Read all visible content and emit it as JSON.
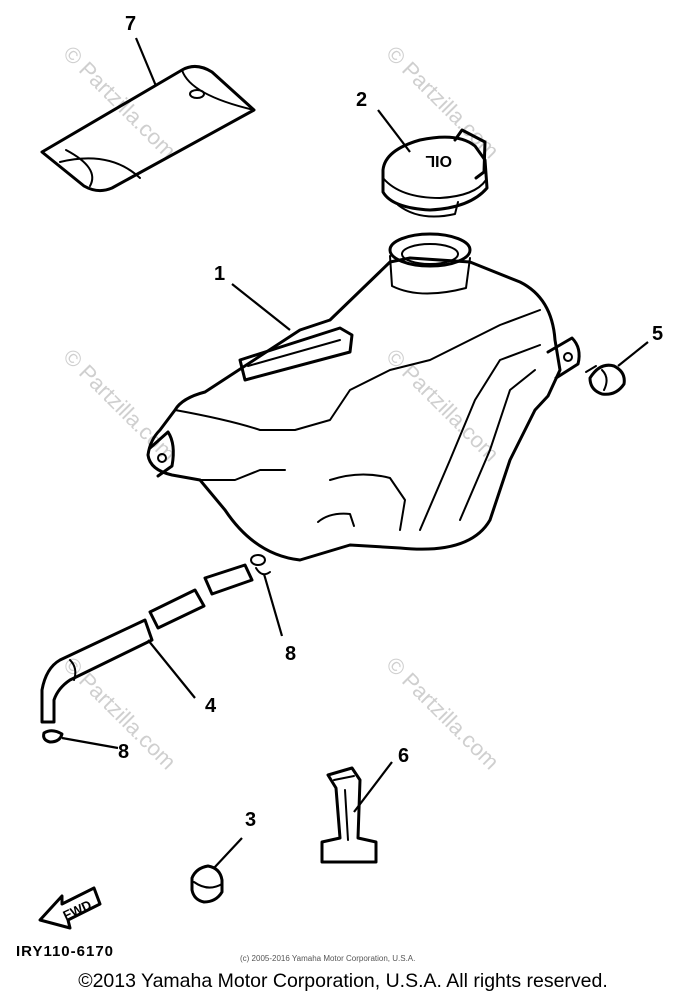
{
  "watermark": "© Partzilla.com",
  "callouts": {
    "c1": "1",
    "c2": "2",
    "c3": "3",
    "c4": "4",
    "c5": "5",
    "c6": "6",
    "c7": "7",
    "c8a": "8",
    "c8b": "8"
  },
  "fwd_label": "FWD",
  "cap_text": "OIL",
  "diagram_code": "IRY110-6170",
  "small_copyright": "(c) 2005-2016 Yamaha Motor Corporation, U.S.A.",
  "copyright": "©2013 Yamaha Motor Corporation, U.S.A. All rights reserved."
}
